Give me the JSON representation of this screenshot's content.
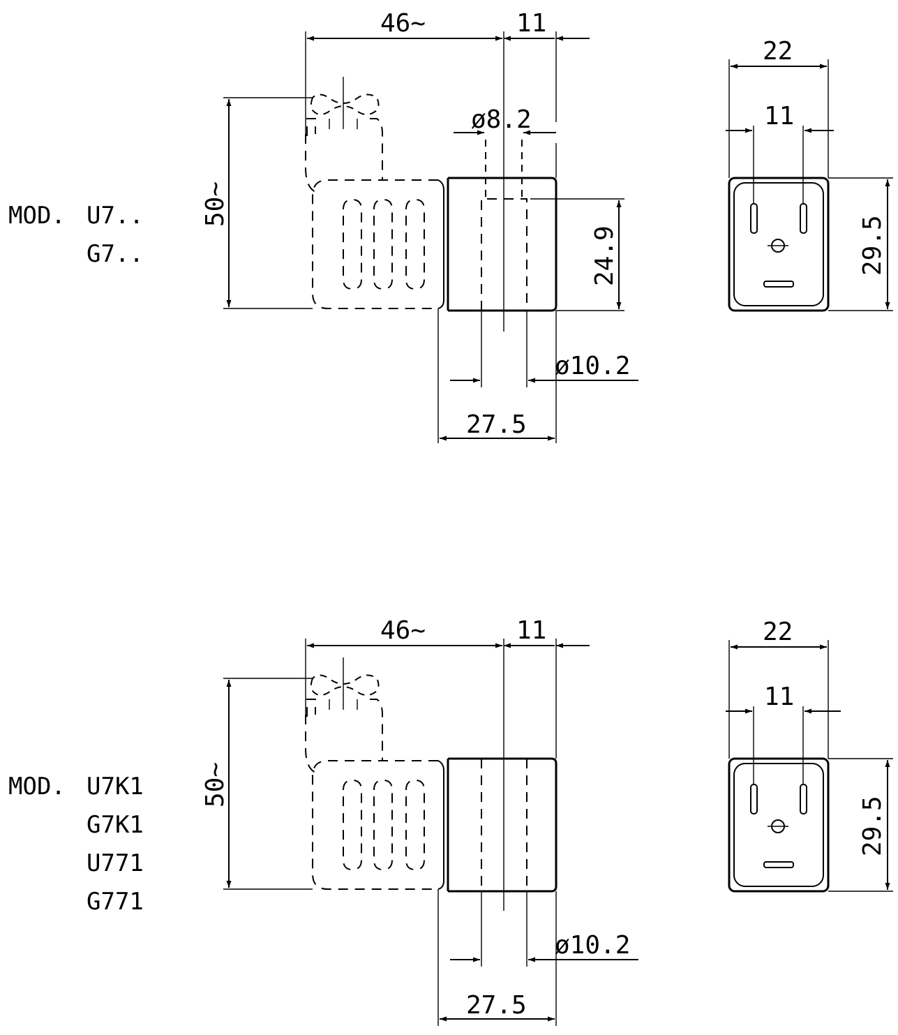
{
  "colors": {
    "ink": "#000000",
    "background": "#ffffff"
  },
  "views": [
    {
      "model_prefix": "MOD.",
      "models": [
        "U7..",
        "G7.."
      ],
      "dims": {
        "overall_length": "46~",
        "coil_width": "11",
        "connector_height": "50~",
        "inner_bore": "ø8.2",
        "bore_depth": "24.9",
        "outer_bore": "ø10.2",
        "body_length": "27.5",
        "front_width": "22",
        "pin_spacing": "11",
        "front_height": "29.5"
      }
    },
    {
      "model_prefix": "MOD.",
      "models": [
        "U7K1",
        "G7K1",
        "U771",
        "G771"
      ],
      "dims": {
        "overall_length": "46~",
        "coil_width": "11",
        "connector_height": "50~",
        "outer_bore": "ø10.2",
        "body_length": "27.5",
        "front_width": "22",
        "pin_spacing": "11",
        "front_height": "29.5"
      }
    }
  ]
}
